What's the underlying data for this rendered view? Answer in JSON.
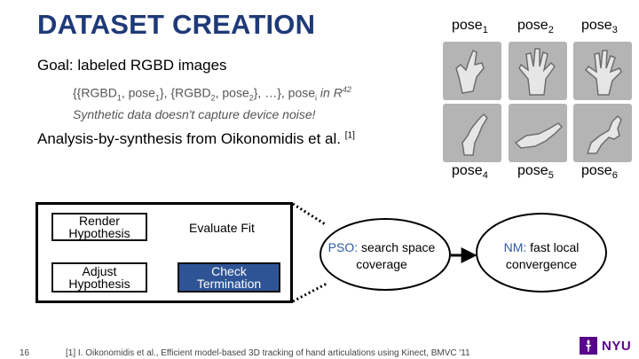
{
  "slide": {
    "title": "DATASET CREATION",
    "goal": "Goal: labeled RGBD images",
    "formula": {
      "open": "{{RGBD",
      "s1": "1",
      "comma1": ", pose",
      "s2": "1",
      "mid1": "}, {RGBD",
      "s3": "2",
      "comma2": ", pose",
      "s4": "2",
      "mid2": "}, …}, pose",
      "s5": "i",
      "in_text": " in R",
      "sup": "42"
    },
    "synthetic_note": "Synthetic data doesn't capture device noise!",
    "abs_text": "Analysis-by-synthesis from Oikonomidis et al.",
    "abs_ref": "[1]",
    "page_number": "16",
    "footnote": "[1] I. Oikonomidis et al., Efficient model-based 3D tracking of hand articulations using Kinect, BMVC '11",
    "logo_text": "NYU"
  },
  "poses": [
    {
      "base": "pose",
      "sub": "1"
    },
    {
      "base": "pose",
      "sub": "2"
    },
    {
      "base": "pose",
      "sub": "3"
    },
    {
      "base": "pose",
      "sub": "4"
    },
    {
      "base": "pose",
      "sub": "5"
    },
    {
      "base": "pose",
      "sub": "6"
    }
  ],
  "loop": {
    "render": "Render Hypothesis",
    "evaluate": "Evaluate Fit",
    "adjust": "Adjust Hypothesis",
    "check": "Check Termination"
  },
  "pso": {
    "abbr": "PSO:",
    "rest": " search space coverage"
  },
  "nm": {
    "abbr": "NM:",
    "rest": " fast local convergence"
  },
  "colors": {
    "title": "#1f3a78",
    "node_blue": "#2e5496",
    "accent_blue": "#2e5aa8",
    "nyu_purple": "#57068c"
  }
}
